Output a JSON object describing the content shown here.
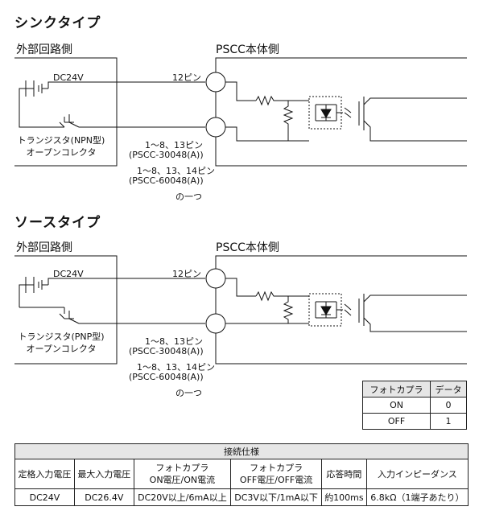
{
  "sink": {
    "title": "シンクタイプ",
    "external_label": "外部回路側",
    "internal_label": "PSCC本体側",
    "supply": "DC24V",
    "pin_top": "12ピン",
    "transistor_line1": "トランジスタ(NPN型)",
    "transistor_line2": "オープンコレクタ",
    "pins": [
      "1～8、13ピン",
      "(PSCC-30048(A))",
      "1～8、13、14ピン",
      "(PSCC-60048(A))",
      "の一つ"
    ]
  },
  "source": {
    "title": "ソースタイプ",
    "external_label": "外部回路側",
    "internal_label": "PSCC本体側",
    "supply": "DC24V",
    "pin_top": "12ピン",
    "transistor_line1": "トランジスタ(PNP型)",
    "transistor_line2": "オープンコレクタ",
    "pins": [
      "1～8、13ピン",
      "(PSCC-30048(A))",
      "1～8、13、14ピン",
      "(PSCC-60048(A))",
      "の一つ"
    ]
  },
  "photo_table": {
    "headers": [
      "フォトカプラ",
      "データ"
    ],
    "rows": [
      [
        "ON",
        "0"
      ],
      [
        "OFF",
        "1"
      ]
    ]
  },
  "spec_table": {
    "title": "接続仕様",
    "headers": [
      [
        "定格入力電圧"
      ],
      [
        "最大入力電圧"
      ],
      [
        "フォトカプラ",
        "ON電圧/ON電流"
      ],
      [
        "フォトカプラ",
        "OFF電圧/OFF電流"
      ],
      [
        "応答時間"
      ],
      [
        "入力インピーダンス"
      ]
    ],
    "values": [
      "DC24V",
      "DC26.4V",
      "DC20V以上/6mA以上",
      "DC3V以下/1mA以下",
      "約100ms",
      "6.8kΩ（1端子あたり）"
    ]
  }
}
